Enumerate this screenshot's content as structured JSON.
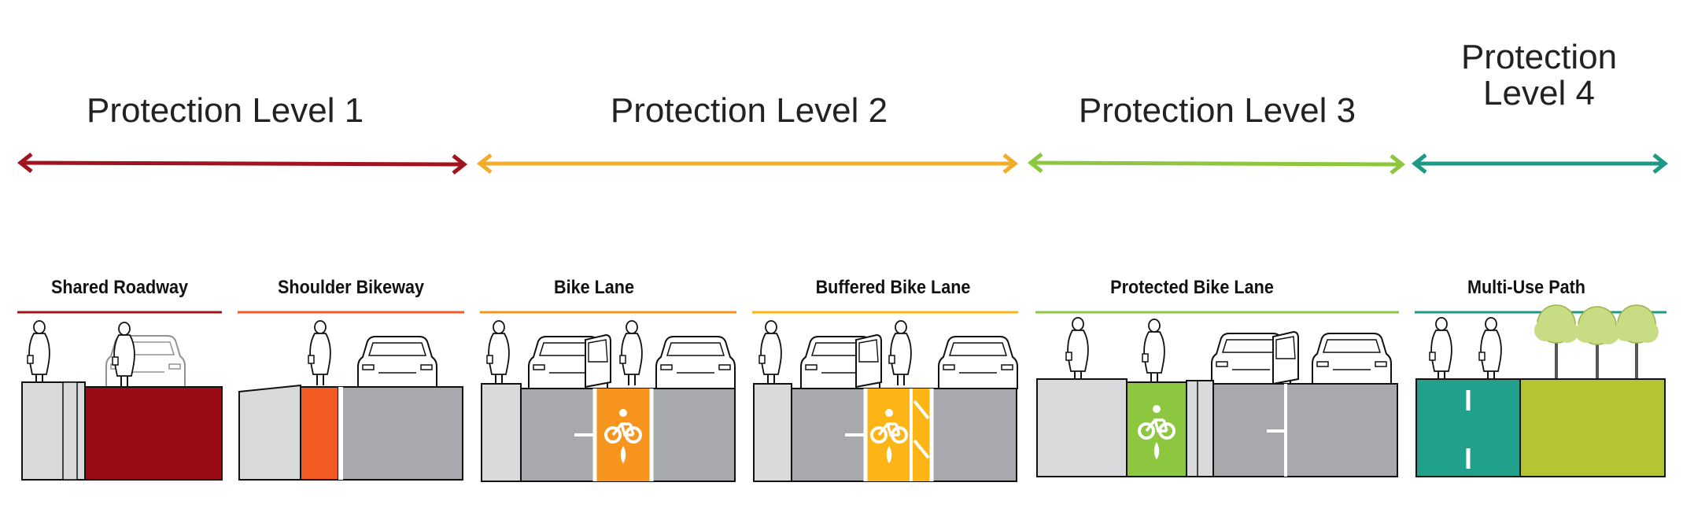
{
  "colors": {
    "level_1": "#a0141e",
    "level_2": "#f2ac2c",
    "level_3": "#8dc63f",
    "level_4": "#1c9a86",
    "shared_lane": "#9a0b14",
    "shoulder": "#f15a22",
    "bike_lane": "#f7941d",
    "buffered_lane": "#fdb515",
    "protected_lane": "#8dc63f",
    "path": "#21a08b",
    "green_space": "#b5c531",
    "road_gray": "#a7a9ac",
    "sidewalk_gray": "#d9dadb"
  },
  "levels": [
    {
      "label": "Protection Level 1"
    },
    {
      "label": "Protection Level 2"
    },
    {
      "label": "Protection Level 3"
    },
    {
      "label": "Protection\nLevel 4"
    }
  ],
  "facilities": [
    {
      "label": "Shared Roadway"
    },
    {
      "label": "Shoulder Bikeway"
    },
    {
      "label": "Bike Lane"
    },
    {
      "label": "Buffered Bike Lane"
    },
    {
      "label": "Protected Bike Lane"
    },
    {
      "label": "Multi-Use Path"
    }
  ],
  "icons": [
    "pedestrian-icon",
    "car-icon",
    "bicycle-symbol-icon",
    "tree-icon",
    "double-arrow-icon"
  ]
}
